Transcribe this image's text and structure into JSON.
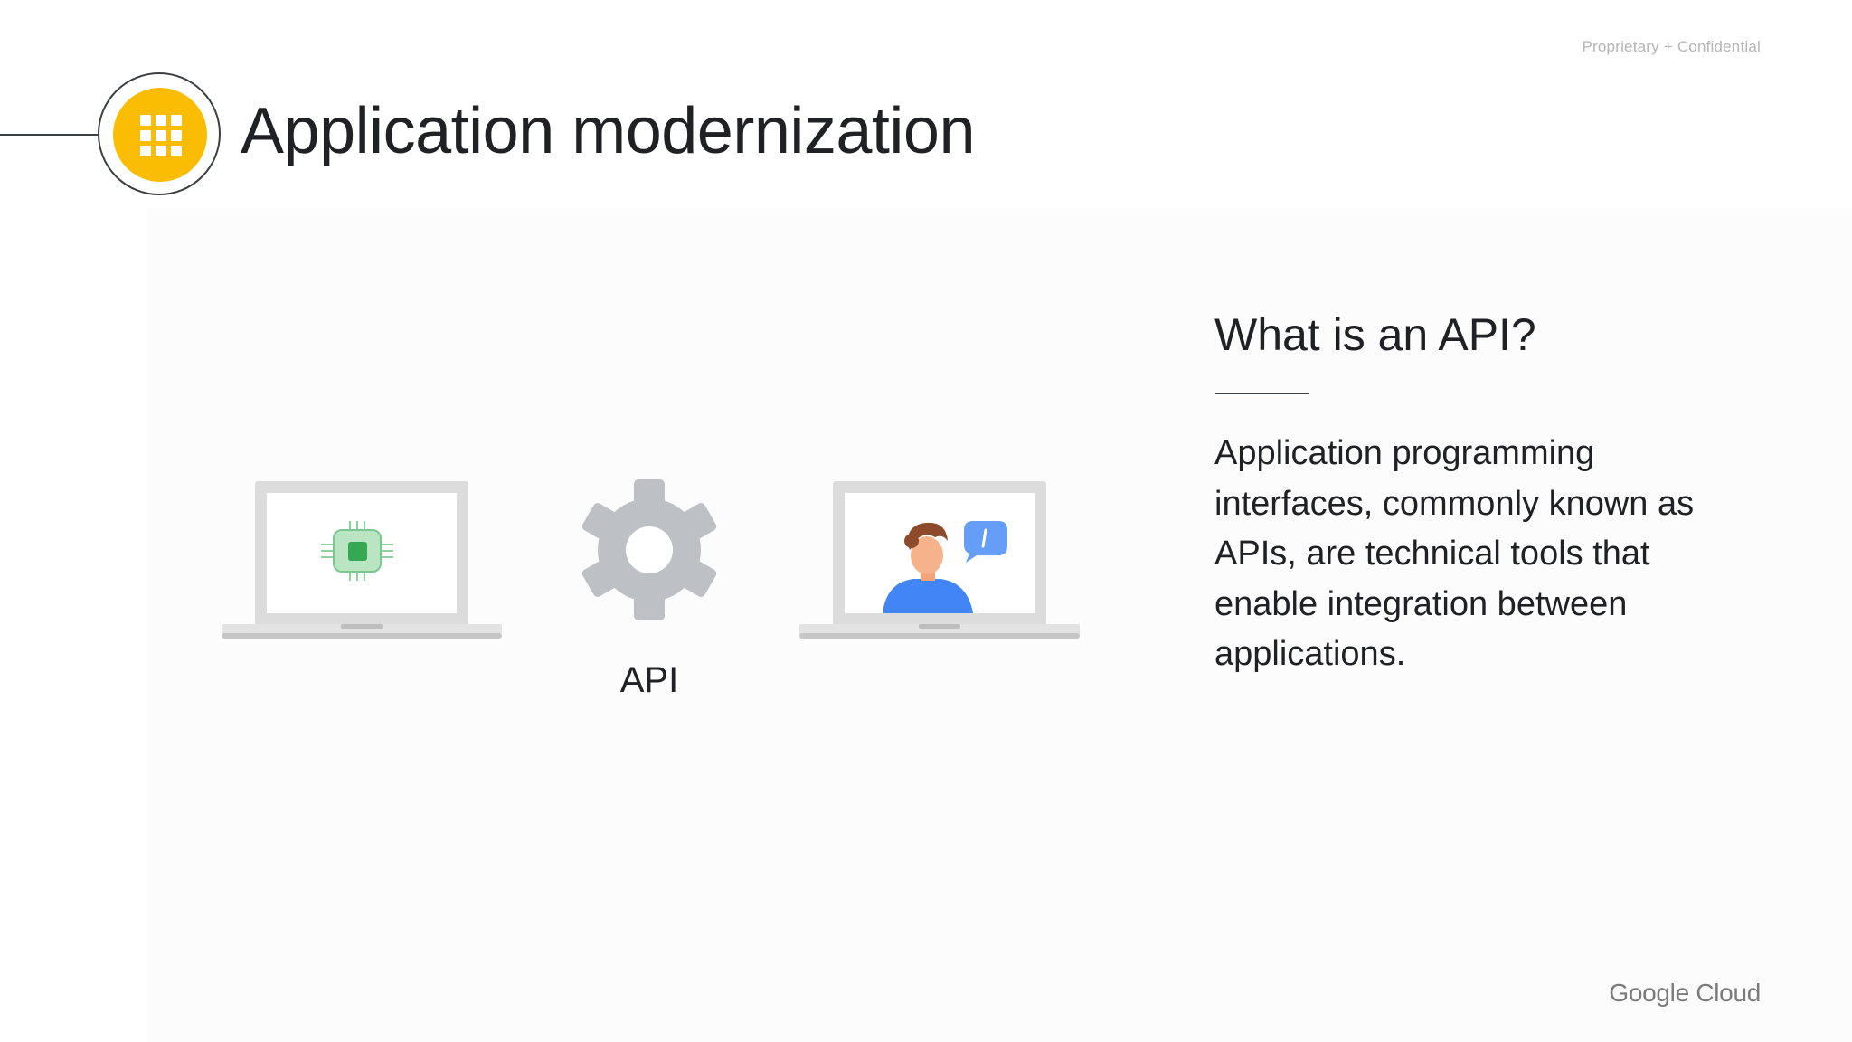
{
  "slide": {
    "confidential_label": "Proprietary + Confidential",
    "title": "Application modernization",
    "title_icon": "apps-grid-icon",
    "accent_color": "#fbbc04"
  },
  "illustration": {
    "left_device_icon": "laptop-chip-icon",
    "center_icon": "gear-icon",
    "center_label": "API",
    "right_device_icon": "laptop-user-chat-icon"
  },
  "info": {
    "heading": "What is an API?",
    "body": "Application programming interfaces, commonly known as APIs, are technical tools that enable integration between applications."
  },
  "footer": {
    "brand": "Google Cloud"
  }
}
